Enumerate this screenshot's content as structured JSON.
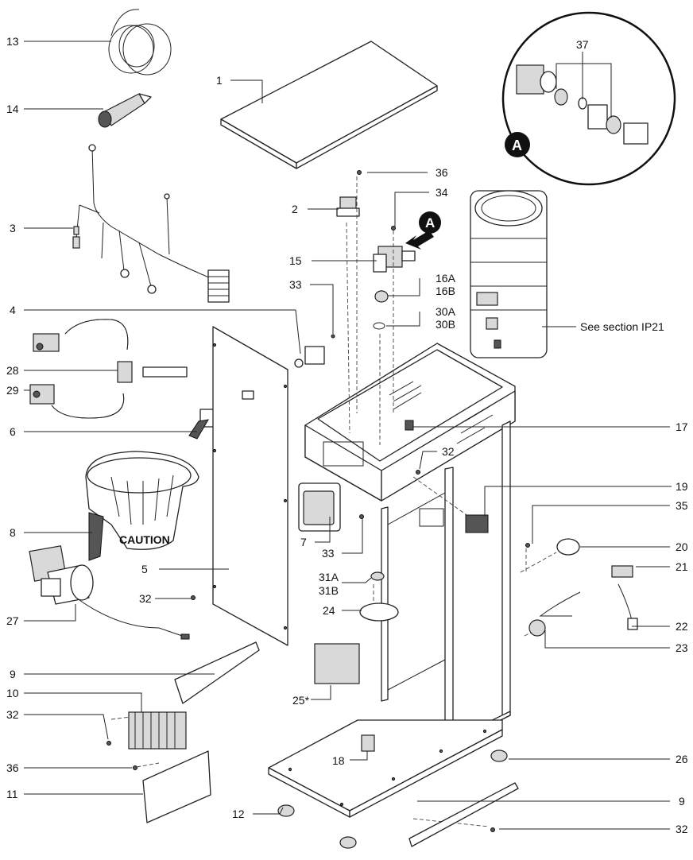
{
  "callouts": {
    "c1": "1",
    "c2": "2",
    "c3": "3",
    "c4": "4",
    "c5": "5",
    "c6": "6",
    "c7": "7",
    "c8": "8",
    "c9a": "9",
    "c9b": "9",
    "c10": "10",
    "c11": "11",
    "c12": "12",
    "c13": "13",
    "c14": "14",
    "c15": "15",
    "c16a": "16A",
    "c16b": "16B",
    "c17": "17",
    "c18": "18",
    "c19": "19",
    "c20": "20",
    "c21": "21",
    "c22": "22",
    "c23": "23",
    "c24": "24",
    "c25": "25*",
    "c26": "26",
    "c27": "27",
    "c28": "28",
    "c29": "29",
    "c30a": "30A",
    "c30b": "30B",
    "c31a": "31A",
    "c31b": "31B",
    "c32a": "32",
    "c32b": "32",
    "c32c": "32",
    "c32d": "32",
    "c33a": "33",
    "c33b": "33",
    "c34": "34",
    "c35": "35",
    "c36a": "36",
    "c36b": "36",
    "c37": "37"
  },
  "detail_marker": "A",
  "detail_inset_marker": "A",
  "see_section_note": "See section IP21",
  "product_label": {
    "caution": "CAUTION"
  }
}
